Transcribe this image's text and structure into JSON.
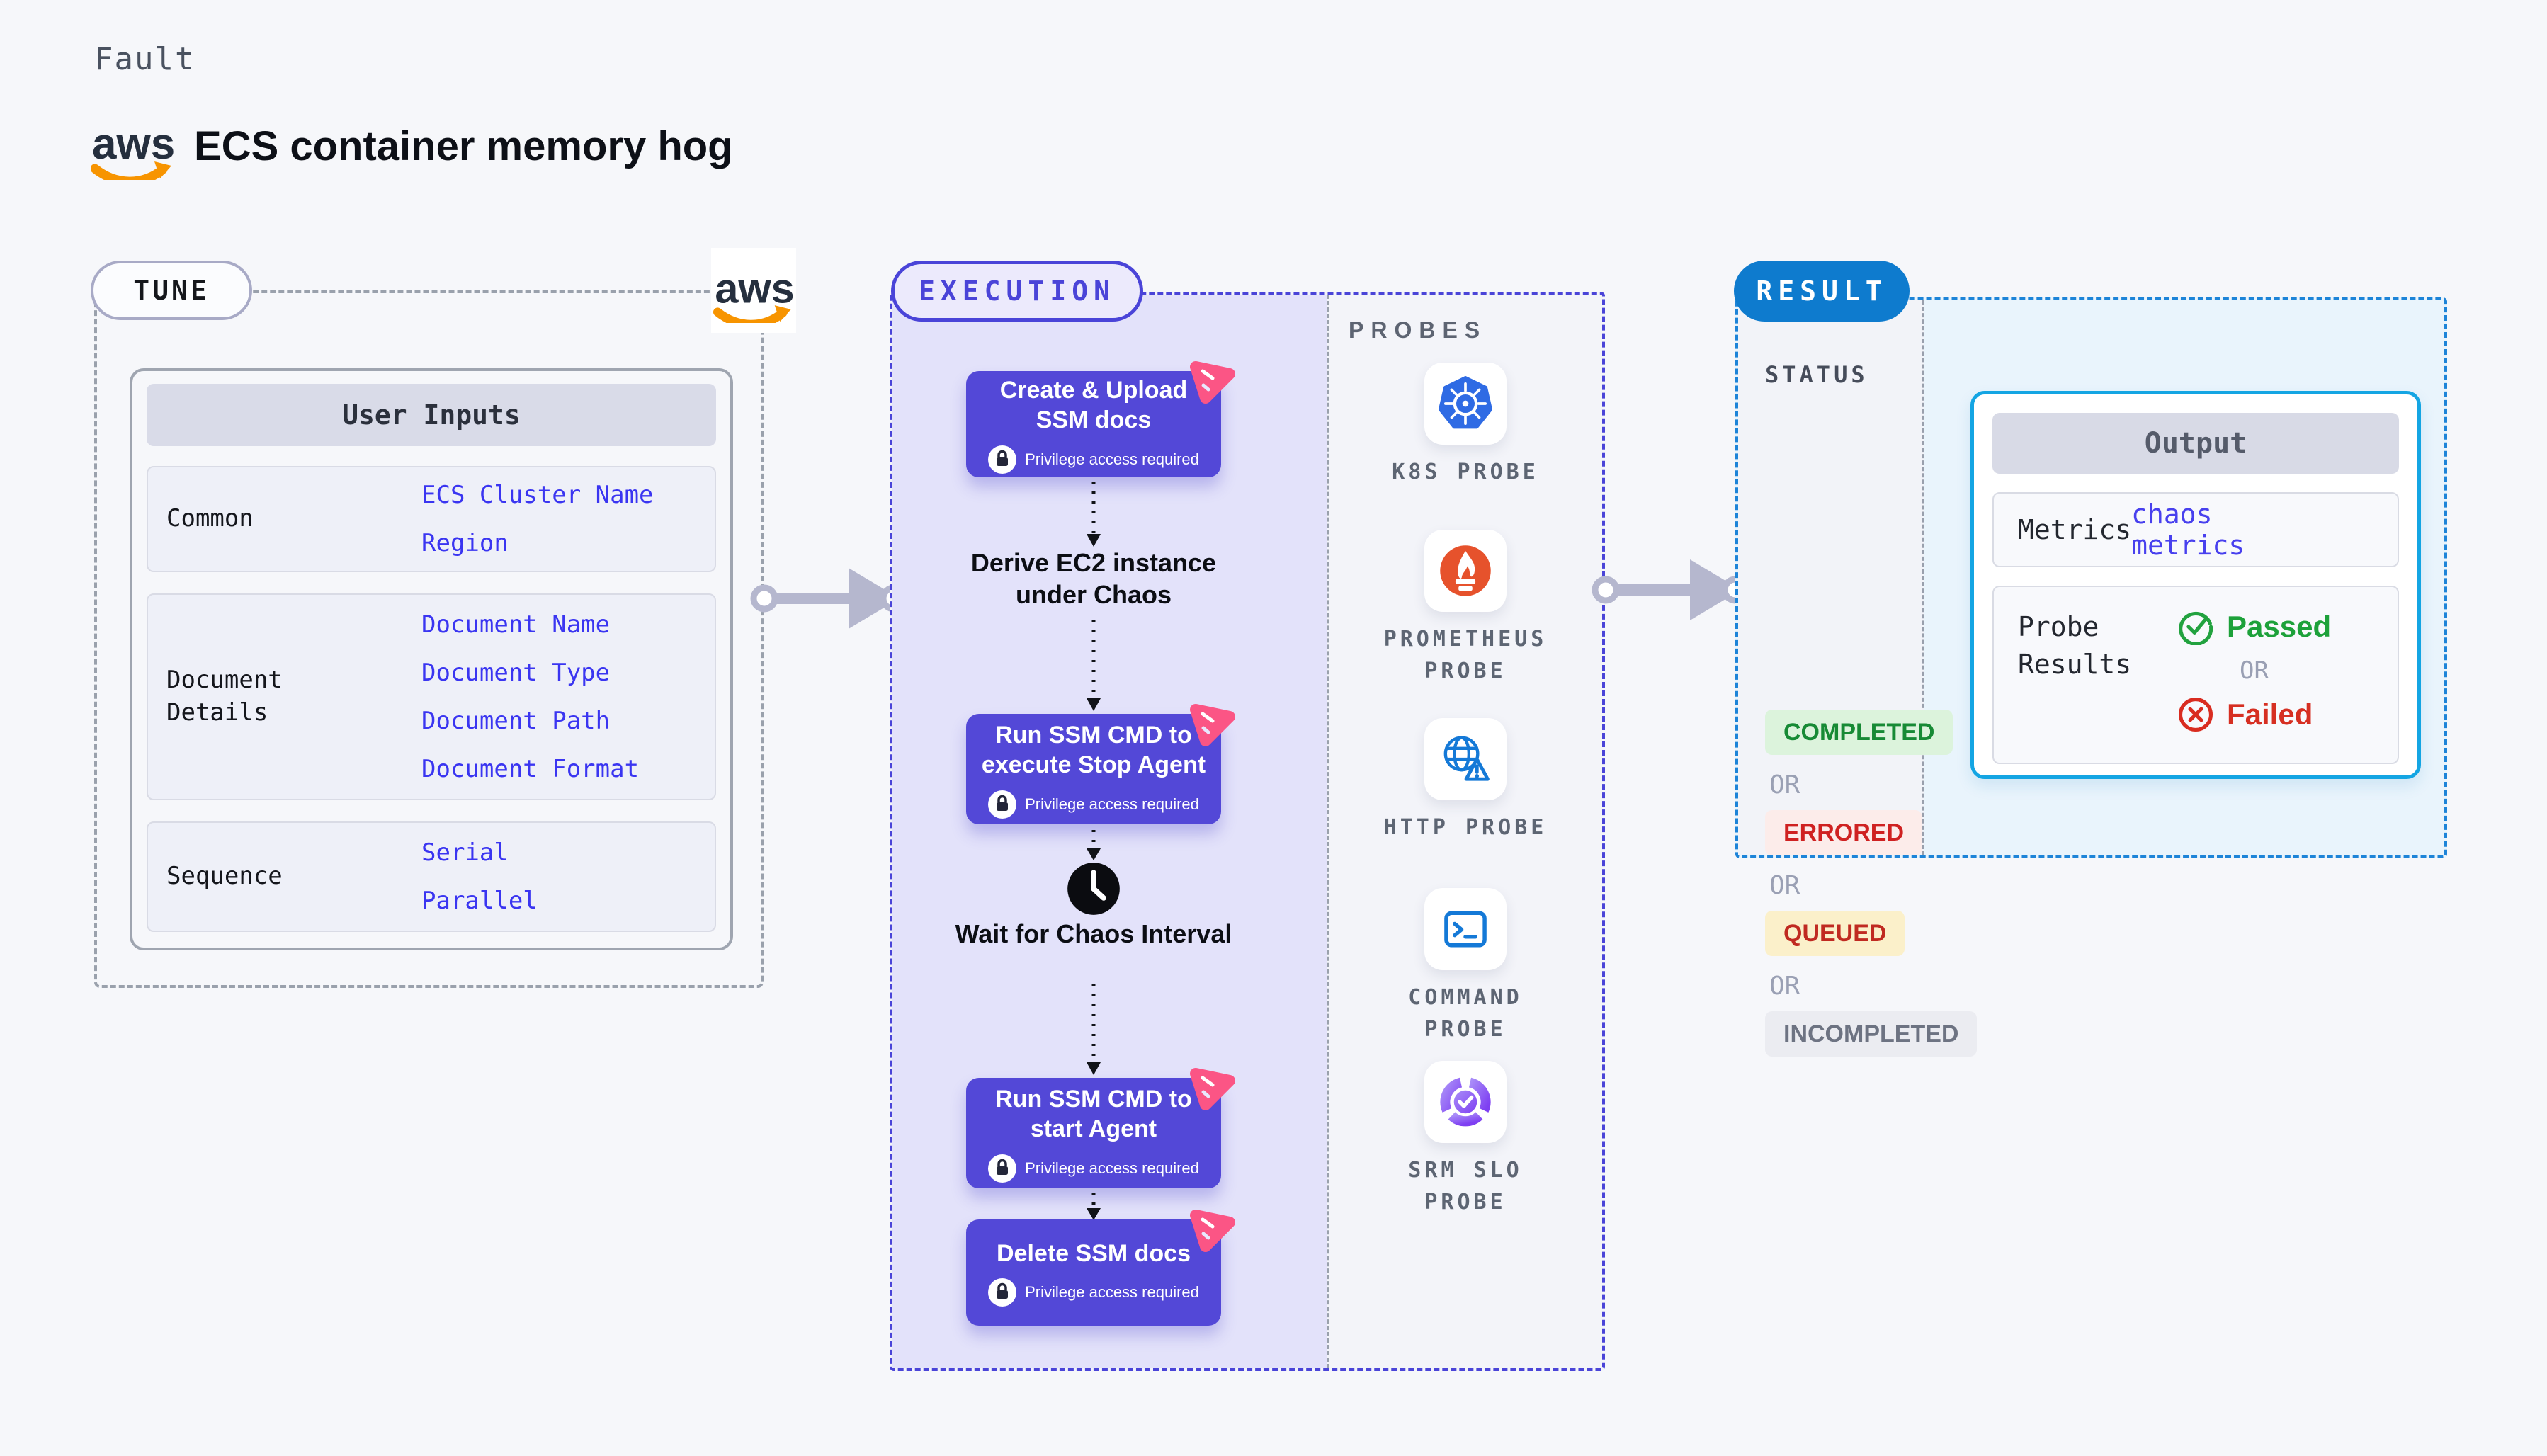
{
  "page": {
    "kicker": "Fault",
    "title": "ECS container memory hog"
  },
  "tune": {
    "badge": "TUNE",
    "table_header": "User Inputs",
    "rows": [
      {
        "label": "Common",
        "values": [
          "ECS Cluster Name",
          "Region"
        ]
      },
      {
        "label": "Document Details",
        "values": [
          "Document Name",
          "Document Type",
          "Document Path",
          "Document Format"
        ]
      },
      {
        "label": "Sequence",
        "values": [
          "Serial",
          "Parallel"
        ]
      }
    ]
  },
  "execution": {
    "badge": "EXECUTION",
    "privilege_label": "Privilege access required",
    "steps": [
      {
        "label": "Create & Upload SSM docs"
      },
      {
        "label": "Run SSM CMD to execute Stop Agent"
      },
      {
        "label": "Run SSM CMD to start Agent"
      },
      {
        "label": "Delete SSM docs"
      }
    ],
    "derive_label": "Derive EC2 instance under Chaos",
    "wait_label": "Wait for Chaos Interval",
    "probes": {
      "heading": "PROBES",
      "items": [
        {
          "label": "K8S PROBE",
          "icon": "kubernetes-icon"
        },
        {
          "label": "PROMETHEUS PROBE",
          "icon": "prometheus-icon"
        },
        {
          "label": "HTTP PROBE",
          "icon": "globe-alert-icon"
        },
        {
          "label": "COMMAND PROBE",
          "icon": "terminal-icon"
        },
        {
          "label": "SRM SLO PROBE",
          "icon": "slo-gauge-icon"
        }
      ]
    }
  },
  "result": {
    "badge": "RESULT",
    "status_heading": "STATUS",
    "or_label": "OR",
    "statuses": [
      {
        "label": "COMPLETED",
        "fg": "#178a35",
        "bg": "#dcf3dc"
      },
      {
        "label": "ERRORED",
        "fg": "#cf2121",
        "bg": "#fcecea"
      },
      {
        "label": "QUEUED",
        "fg": "#c02a21",
        "bg": "#fbf0ca"
      },
      {
        "label": "INCOMPLETED",
        "fg": "#6d7382",
        "bg": "#ebecf1"
      }
    ],
    "output": {
      "header": "Output",
      "metrics_label": "Metrics",
      "metrics_value": "chaos metrics",
      "probe_results_label": "Probe Results",
      "passed_label": "Passed",
      "failed_label": "Failed"
    }
  },
  "colors": {
    "execution_accent": "#4a44d8",
    "step_purple": "#5348d7",
    "harness_pink": "#fb5585",
    "result_blue": "#0e7bce",
    "output_cyan": "#14a5e3",
    "value_blue": "#3a35f1",
    "aws_orange": "#f79400",
    "passed_green": "#1da13a",
    "failed_red": "#d62f22"
  }
}
